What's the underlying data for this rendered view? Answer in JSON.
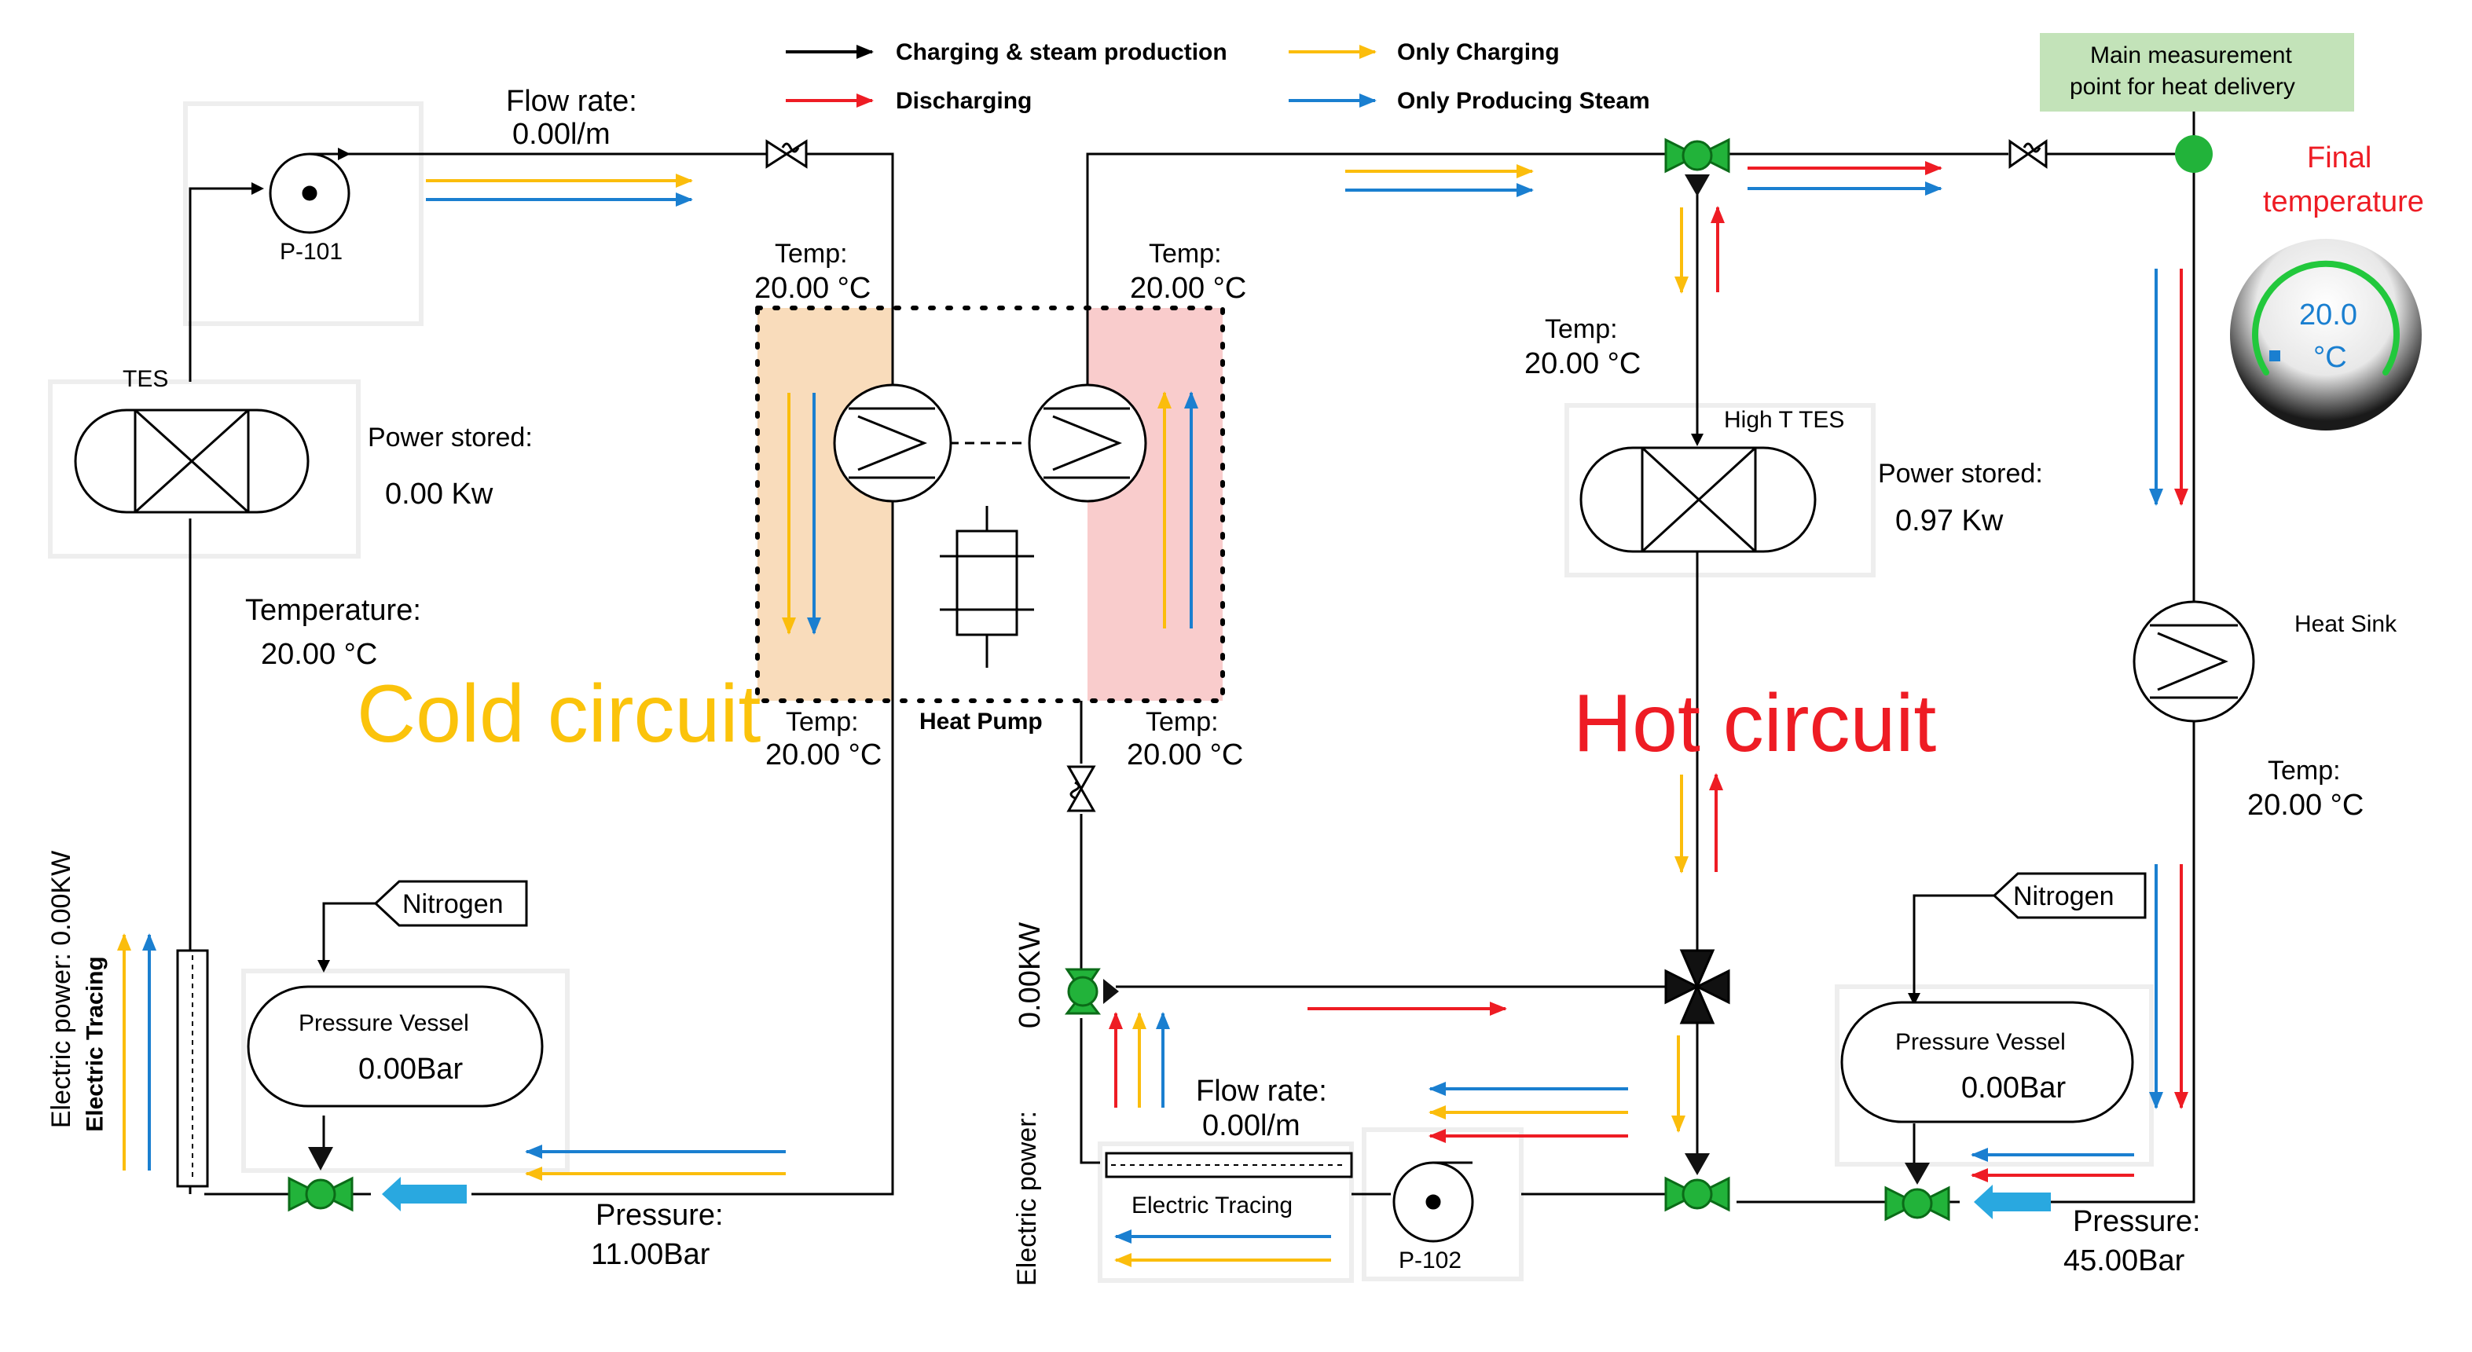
{
  "legend": {
    "charging_and_steam": "Charging & steam production",
    "discharging": "Discharging",
    "only_charging": "Only Charging",
    "only_producing_steam": "Only Producing Steam"
  },
  "colors": {
    "black_flow": "#000000",
    "red_flow": "#ee1c24",
    "yellow_flow": "#fbbd0c",
    "blue_flow": "#1a7fd0",
    "valve_green": "#22b33a",
    "cold_zone": "#f9dcbb",
    "hot_zone": "#f9cccc",
    "cold_circuit_label": "#fbc30b",
    "hot_circuit_label": "#ee1c24",
    "measurement_box": "#c3e3b9"
  },
  "measurement": {
    "label_line1": "Main measurement",
    "label_line2": "point for heat delivery"
  },
  "final_temperature": {
    "label_line1": "Final",
    "label_line2": "temperature",
    "gauge_value": "20.0",
    "gauge_unit": "°C"
  },
  "cold": {
    "circuit_label": "Cold circuit",
    "pump": "P-101",
    "flow_label": "Flow rate:",
    "flow_value": "0.00l/m",
    "tes_label": "TES",
    "power_stored_label": "Power stored:",
    "power_stored_value": "0.00 Kw",
    "temperature_label": "Temperature:",
    "temperature_value": "20.00 °C",
    "electric_power": "Electric power: 0.00KW",
    "electric_tracing": "Electric Tracing",
    "nitrogen": "Nitrogen",
    "vessel_label": "Pressure Vessel",
    "vessel_value": "0.00Bar",
    "pressure_label": "Pressure:",
    "pressure_value": "11.00Bar"
  },
  "heat_pump": {
    "label": "Heat Pump",
    "temp_label": "Temp:",
    "evap_in": "20.00 °C",
    "cond_out": "20.00 °C",
    "evap_out": "20.00 °C",
    "cond_in": "20.00 °C"
  },
  "hot": {
    "circuit_label": "Hot circuit",
    "temp_label": "Temp:",
    "temp_top": "20.00 °C",
    "tes_label": "High T TES",
    "power_stored_label": "Power stored:",
    "power_stored_value": "0.97 Kw",
    "heat_sink": "Heat Sink",
    "temp_sink": "20.00 °C",
    "nitrogen": "Nitrogen",
    "vessel_label": "Pressure Vessel",
    "vessel_value": "0.00Bar",
    "pressure_label": "Pressure:",
    "pressure_value": "45.00Bar",
    "pump": "P-102",
    "flow_label": "Flow rate:",
    "flow_value": "0.00l/m",
    "electric_tracing": "Electric Tracing",
    "electric_power_label": "Electric power:",
    "electric_power_value": "0.00KW"
  }
}
